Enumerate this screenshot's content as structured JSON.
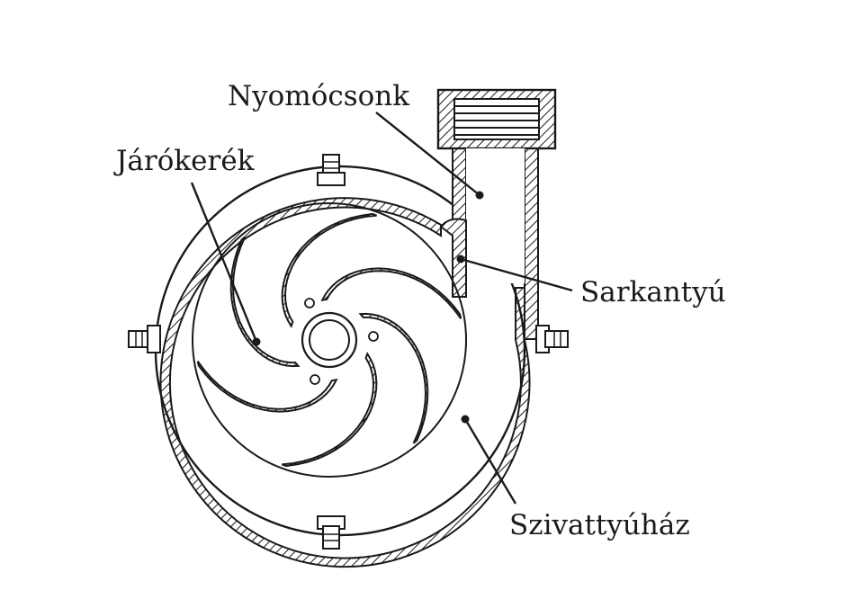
{
  "labels": {
    "discharge_nozzle": "Nyomócsonk",
    "impeller": "Járókerék",
    "cutwater": "Sarkantyú",
    "pump_casing": "Szivattyúház"
  },
  "colors": {
    "ink": "#1a1a1a",
    "background": "#ffffff"
  }
}
